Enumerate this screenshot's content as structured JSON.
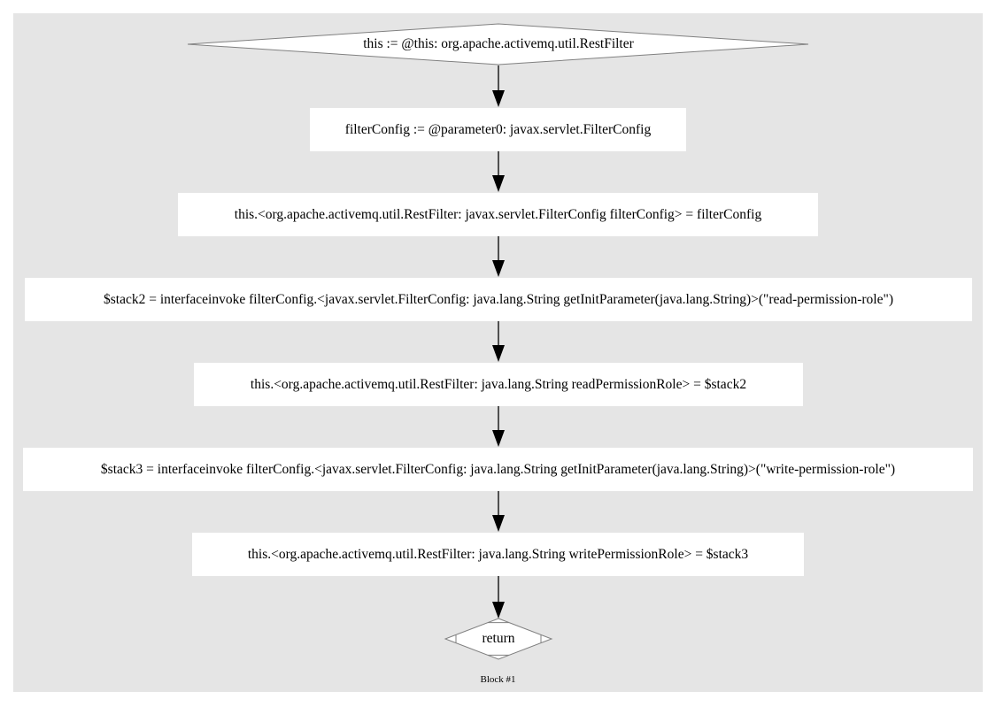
{
  "diagram": {
    "cluster_label": "Block #1",
    "nodes": [
      {
        "id": "n0",
        "shape": "diamond",
        "label": "this := @this: org.apache.activemq.util.RestFilter"
      },
      {
        "id": "n1",
        "shape": "box",
        "label": "filterConfig := @parameter0: javax.servlet.FilterConfig"
      },
      {
        "id": "n2",
        "shape": "box",
        "label": "this.<org.apache.activemq.util.RestFilter: javax.servlet.FilterConfig filterConfig> = filterConfig"
      },
      {
        "id": "n3",
        "shape": "box",
        "label": "$stack2 = interfaceinvoke filterConfig.<javax.servlet.FilterConfig: java.lang.String getInitParameter(java.lang.String)>(\"read-permission-role\")"
      },
      {
        "id": "n4",
        "shape": "box",
        "label": "this.<org.apache.activemq.util.RestFilter: java.lang.String readPermissionRole> = $stack2"
      },
      {
        "id": "n5",
        "shape": "box",
        "label": "$stack3 = interfaceinvoke filterConfig.<javax.servlet.FilterConfig: java.lang.String getInitParameter(java.lang.String)>(\"write-permission-role\")"
      },
      {
        "id": "n6",
        "shape": "box",
        "label": "this.<org.apache.activemq.util.RestFilter: java.lang.String writePermissionRole> = $stack3"
      },
      {
        "id": "n7",
        "shape": "Mdiamond",
        "label": "return"
      }
    ],
    "edges": [
      {
        "from": "n0",
        "to": "n1"
      },
      {
        "from": "n1",
        "to": "n2"
      },
      {
        "from": "n2",
        "to": "n3"
      },
      {
        "from": "n3",
        "to": "n4"
      },
      {
        "from": "n4",
        "to": "n5"
      },
      {
        "from": "n5",
        "to": "n6"
      },
      {
        "from": "n6",
        "to": "n7"
      }
    ],
    "colors": {
      "cluster_fill": "#e5e5e5",
      "node_fill": "#ffffff",
      "diamond_stroke": "#808080",
      "edge": "#000000"
    }
  }
}
